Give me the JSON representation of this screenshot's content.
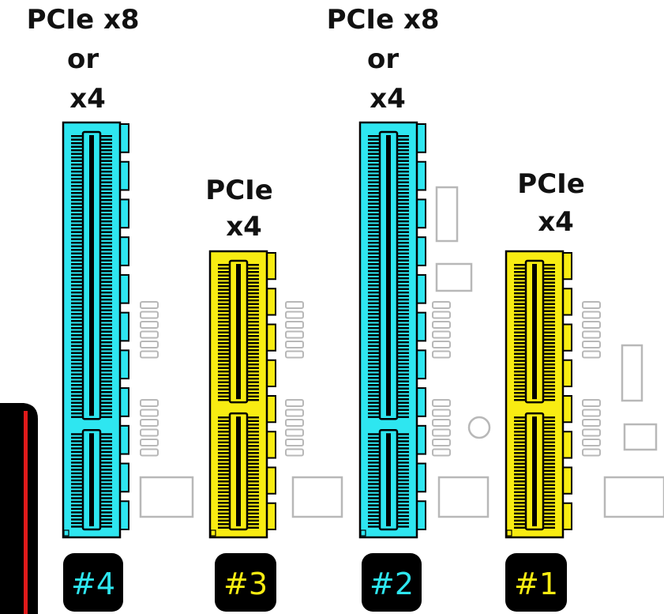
{
  "slots": [
    {
      "id": "slot-4",
      "label_lines": [
        "PCIe x8",
        "or",
        "x4"
      ],
      "badge": "#4",
      "color": "#2ee6f0",
      "badge_text_color": "#2ee6f0"
    },
    {
      "id": "slot-3",
      "label_lines": [
        "PCIe",
        "x4"
      ],
      "badge": "#3",
      "color": "#f8ec12",
      "badge_text_color": "#f8ec12"
    },
    {
      "id": "slot-2",
      "label_lines": [
        "PCIe x8",
        "or",
        "x4"
      ],
      "badge": "#2",
      "color": "#2ee6f0",
      "badge_text_color": "#2ee6f0"
    },
    {
      "id": "slot-1",
      "label_lines": [
        "PCIe",
        "x4"
      ],
      "badge": "#1",
      "color": "#f8ec12",
      "badge_text_color": "#f8ec12"
    }
  ],
  "colors": {
    "outline": "#000000",
    "pcb_component": "#b8b8b8",
    "badge_bg": "#000000",
    "side_panel": "#000000",
    "side_panel_stripe": "#e01a1a"
  }
}
